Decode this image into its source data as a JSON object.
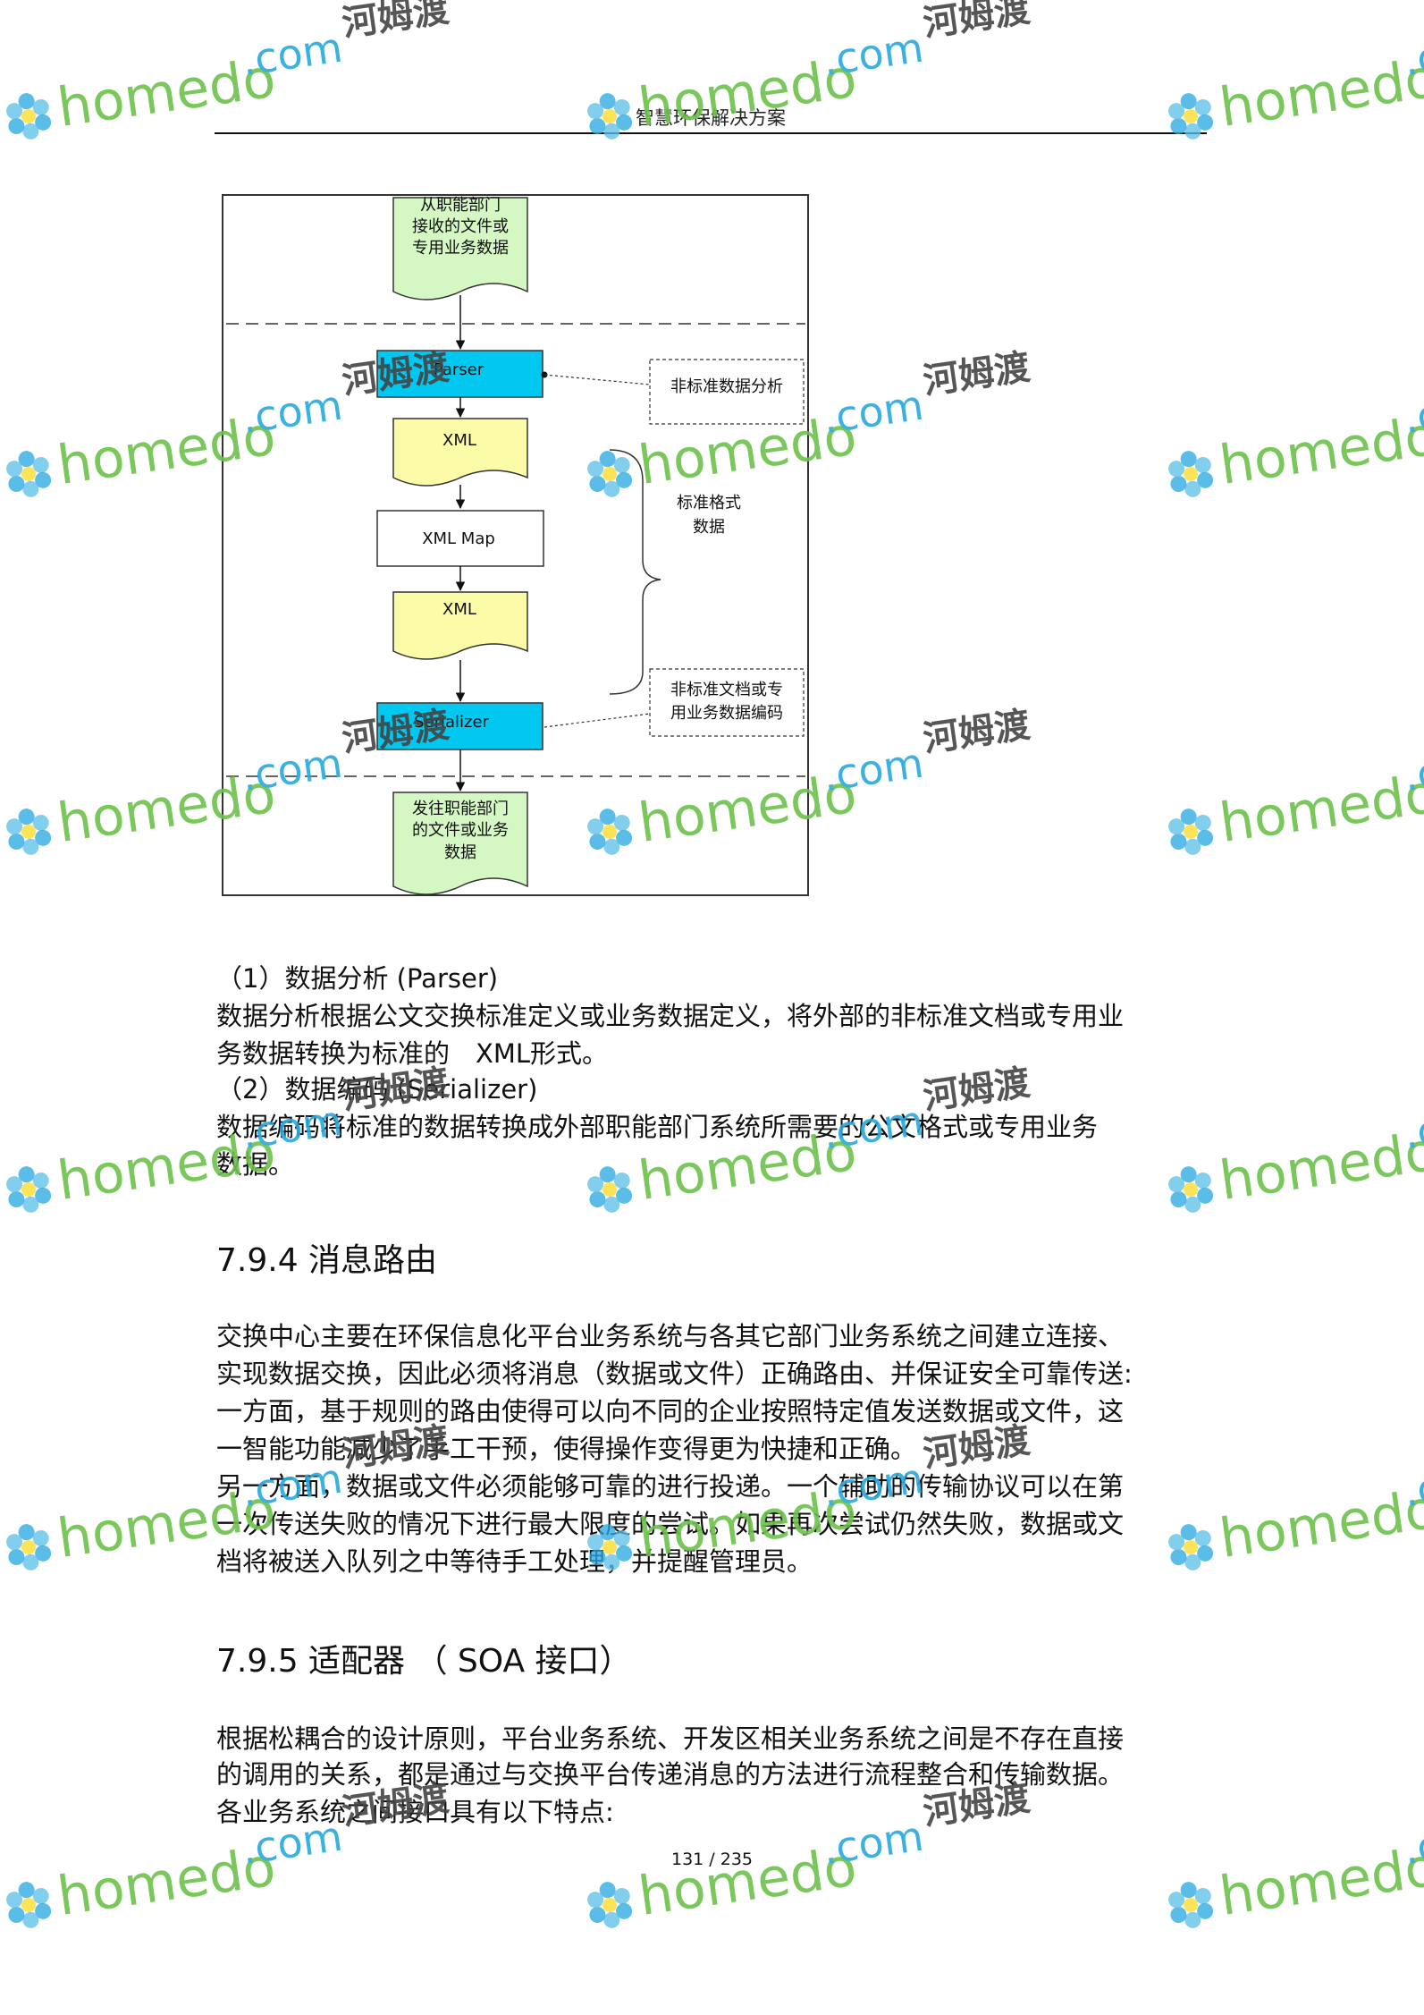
{
  "header": {
    "title": "智慧环保解决方案"
  },
  "diagram": {
    "start_doc": [
      "从职能部门",
      "接收的文件或",
      "专用业务数据"
    ],
    "parser": "Parser",
    "xml1": "XML",
    "xmlmap": "XML Map",
    "xml2": "XML",
    "serializer": "Serializer",
    "end_doc": [
      "发往职能部门",
      "的文件或业务",
      "数据"
    ],
    "note_parse": "非标准数据分析",
    "note_standard": [
      "标准格式",
      "数据"
    ],
    "note_encode": [
      "非标准文档或专",
      "用业务数据编码"
    ]
  },
  "content": {
    "p1": "（1）数据分析 (Parser)",
    "p2": "数据分析根据公文交换标准定义或业务数据定义，将外部的非标准文档或专用业",
    "p3": "务数据转换为标准的　XML形式。",
    "p4": "（2）数据编码 (Serializer)",
    "p5": "数据编码将标准的数据转换成外部职能部门系统所需要的公文格式或专用业务",
    "p6": "数据。",
    "h1": "7.9.4 消息路由",
    "q1": "交换中心主要在环保信息化平台业务系统与各其它部门业务系统之间建立连接、",
    "q2": "实现数据交换，因此必须将消息（数据或文件）正确路由、并保证安全可靠传送:",
    "q3": "一方面，基于规则的路由使得可以向不同的企业按照特定值发送数据或文件，这",
    "q4": "一智能功能减少了手工干预，使得操作变得更为快捷和正确。",
    "q5": "另一方面，数据或文件必须能够可靠的进行投递。一个辅助的传输协议可以在第",
    "q6": "一次传送失败的情况下进行最大限度的尝试。如果再次尝试仍然失败，数据或文",
    "q7": "档将被送入队列之中等待手工处理，并提醒管理员。",
    "h2": "7.9.5 适配器 （ SOA 接口）",
    "r1": "根据松耦合的设计原则，平台业务系统、开发区相关业务系统之间是不存在直接",
    "r2": "的调用的关系，都是通过与交换平台传递消息的方法进行流程整合和传输数据。",
    "r3": "各业务系统之间接口具有以下特点:"
  },
  "footer": {
    "page": "131  /  235"
  },
  "watermark": {
    "brand": "homedo",
    "domain": ".com",
    "cn": "河姆渡"
  },
  "colors": {
    "parser_fill": "#00c8f0",
    "xml_fill": "#fbfba8",
    "doc_fill": "#d4f7c4",
    "brand_green": "#6cc24a",
    "brand_blue": "#28a8df"
  }
}
